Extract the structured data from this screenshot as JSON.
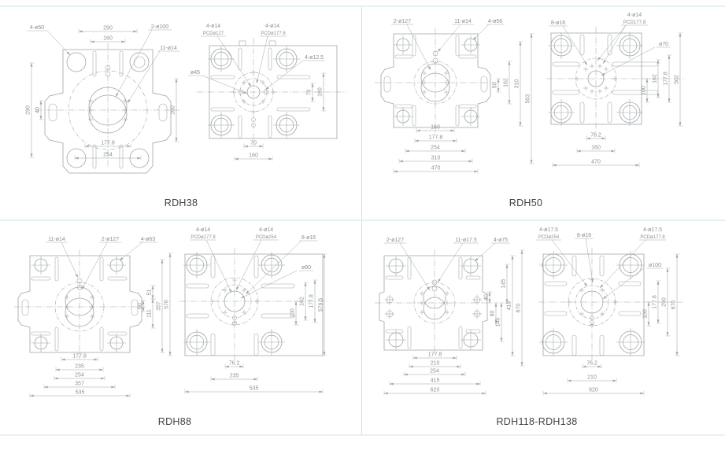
{
  "page": {
    "background": "#ffffff",
    "frame_color": "#cfe3ea",
    "line_color": "#9fa4a7",
    "text_color": "#8b9094",
    "title_color": "#3d4144"
  },
  "models": [
    {
      "title": "RDH38",
      "front": {
        "callouts": [
          "4-ø50",
          "2-ø100",
          "11-ø14"
        ],
        "dims": [
          "290",
          "160",
          "290",
          "40",
          "160",
          "177.8",
          "254"
        ]
      },
      "back": {
        "callouts": [
          "4-ø14",
          "PCDø127",
          "4-ø14",
          "PCDø177.8",
          "4-ø12.5",
          "ø45"
        ],
        "dims": [
          "70",
          "160",
          "70",
          "160"
        ]
      }
    },
    {
      "title": "RDH50",
      "front": {
        "callouts": [
          "2-ø127",
          "11-ø14",
          "4-ø56"
        ],
        "dims": [
          "50",
          "162",
          "310",
          "503",
          "160",
          "177.8",
          "254",
          "310",
          "470"
        ]
      },
      "back": {
        "callouts": [
          "8-ø16",
          "4-ø14",
          "PCD177.8",
          "ø70"
        ],
        "dims": [
          "100",
          "162",
          "177.8",
          "502",
          "76.2",
          "160",
          "470"
        ]
      }
    },
    {
      "title": "RDH88",
      "front": {
        "callouts": [
          "11-ø14",
          "2-ø127",
          "4-ø63"
        ],
        "dims": [
          "60",
          "51",
          "111",
          "357",
          "578",
          "177.8",
          "235",
          "254",
          "357",
          "535"
        ]
      },
      "back": {
        "callouts": [
          "4-ø14",
          "PCDø177.8",
          "4-ø14",
          "PCDø254",
          "8-ø16",
          "ø90"
        ],
        "dims": [
          "100",
          "162",
          "177.8",
          "579.5",
          "76.2",
          "235",
          "535"
        ]
      }
    },
    {
      "title": "RDH118-RDH138",
      "front": {
        "callouts": [
          "2-ø127",
          "11-ø17.5",
          "4-ø75"
        ],
        "dims": [
          "40",
          "145",
          "80",
          "145",
          "415",
          "670",
          "177.8",
          "210",
          "254",
          "415",
          "620"
        ]
      },
      "back": {
        "callouts": [
          "4-ø17.5",
          "PCDø254",
          "8-ø16",
          "4-ø17.5",
          "PCDø177.8",
          "ø100"
        ],
        "dims": [
          "100",
          "177.8",
          "290",
          "670",
          "76.2",
          "210",
          "620"
        ]
      }
    }
  ]
}
